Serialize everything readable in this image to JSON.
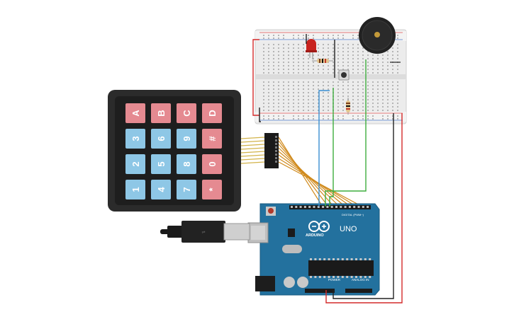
{
  "keypad": {
    "keys": [
      [
        "A",
        "B",
        "C",
        "D"
      ],
      [
        "3",
        "6",
        "9",
        "#"
      ],
      [
        "2",
        "5",
        "8",
        "0"
      ],
      [
        "1",
        "4",
        "7",
        "*"
      ]
    ],
    "letter_key_color": "#e58a91",
    "number_key_color": "#8ec7e6",
    "body_color": "#2b2b2b"
  },
  "arduino": {
    "logo": "ARDUINO",
    "model": "UNO",
    "digital_header": "DIGITAL (PWM~)",
    "power_label": "POWER",
    "analog_label": "ANALOG IN",
    "board_color": "#23719e"
  },
  "colors": {
    "wire_red": "#d42a2a",
    "wire_black": "#222222",
    "wire_green": "#3fae3f",
    "wire_blue": "#3a8fd1",
    "wire_orange": "#d08a1c",
    "breadboard": "#eeeeee",
    "buzzer": "#222222"
  },
  "components": [
    "keypad-4x4",
    "arduino-uno",
    "breadboard",
    "buzzer",
    "led",
    "push-button",
    "resistor",
    "usb-cable"
  ]
}
